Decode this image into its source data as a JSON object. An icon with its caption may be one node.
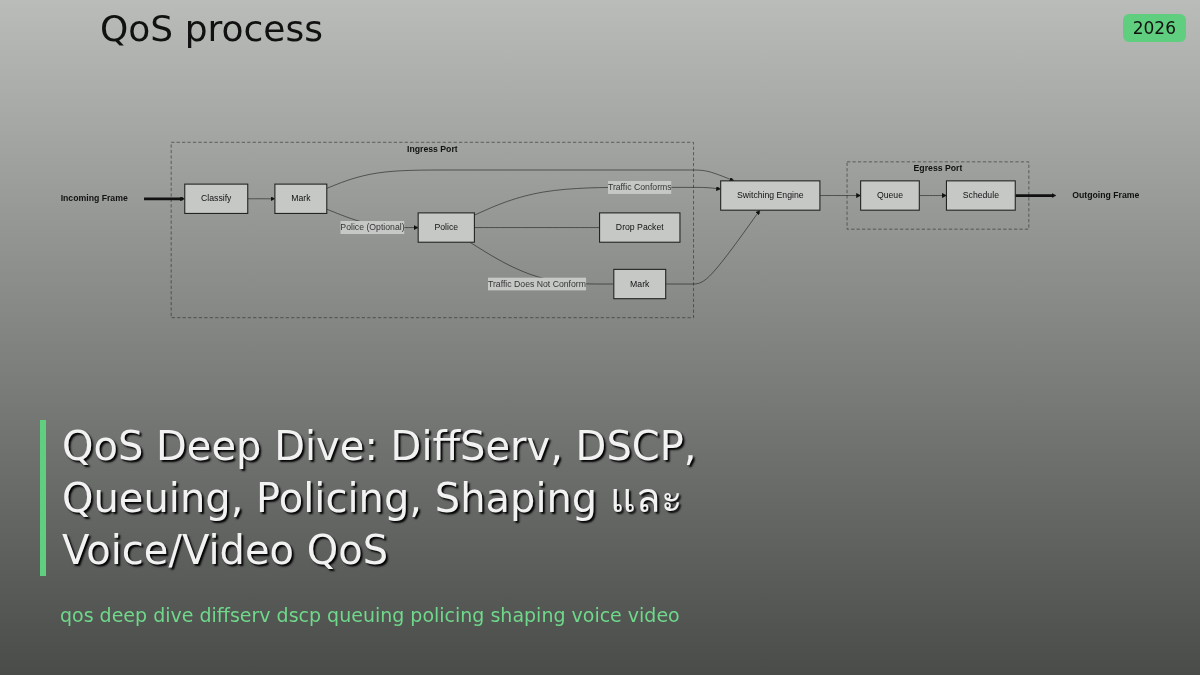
{
  "diagram": {
    "title": "QoS Deep Dive: DiffServ, DSCP, Queuing, Policing, Shaping และ Voice/Video QoS",
    "caption": "qos deep dive diffserv dscp queuing policing shaping voice video",
    "nodes": [
      {
        "text": [
          "Ingress Port"
        ]
      },
      {
        "text": [
          "Classify"
        ],
        "in": 0
      },
      {
        "text": [
          "Mark"
        ],
        "in": 0
      },
      {
        "text": [
          "Police"
        ],
        "in": 0
      },
      {
        "text": [
          "Drop Packet"
        ],
        "in": 0
      },
      {
        "text": [
          "Mark"
        ],
        "in": 0
      },
      {
        "text": [
          "Switching Engine"
        ]
      },
      {
        "text": [
          "Egress Port"
        ]
      },
      {
        "text": [
          "Queue"
        ],
        "in": 7
      },
      {
        "text": [
          "Schedule"
        ],
        "in": 7
      },
      {
        "text": [
          "Incoming Frame"
        ]
      },
      {
        "text": [
          "Outgoing Frame"
        ]
      }
    ],
    "edges": [
      {
        "from": 10,
        "to": 1,
        "arrow": "to",
        "style": "thick"
      },
      {
        "from": 1,
        "to": 2,
        "arrow": "to"
      },
      {
        "from": 2,
        "to": 6,
        "arrow": "to"
      },
      {
        "from": 2,
        "to": 3,
        "arrow": "to",
        "label": "Police (Optional)"
      },
      {
        "from": 3,
        "to": 6,
        "arrow": "to",
        "label": "Traffic Conforms"
      },
      {
        "from": 3,
        "to": 4,
        "arrow": "none"
      },
      {
        "from": 3,
        "to": 5,
        "arrow": "none",
        "label": "Traffic Does Not Conform"
      },
      {
        "from": 5,
        "to": 6,
        "arrow": "to"
      },
      {
        "from": 6,
        "to": 8,
        "arrow": "to"
      },
      {
        "from": 8,
        "to": 9,
        "arrow": "to"
      },
      {
        "from": 9,
        "to": 11,
        "arrow": "to",
        "style": "thick"
      }
    ],
    "labels": [
      "QoS process",
      "2026"
    ]
  }
}
